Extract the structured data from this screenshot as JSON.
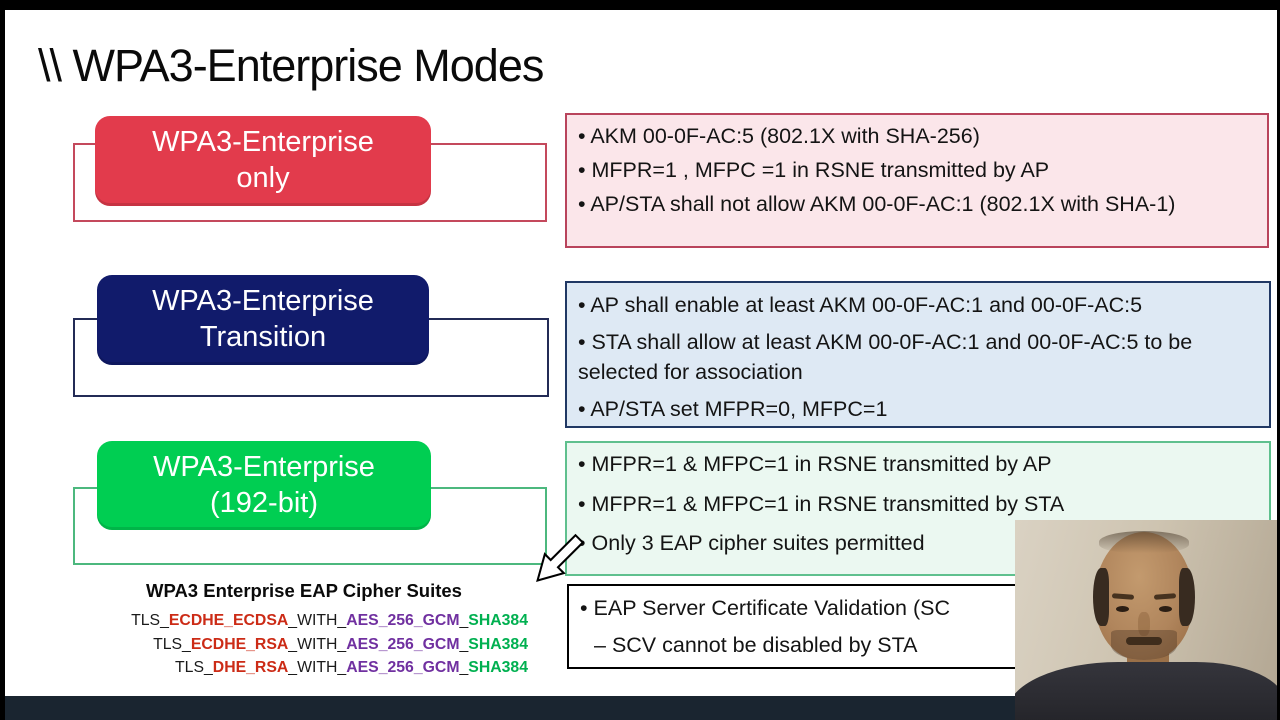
{
  "title": "\\\\ WPA3-Enterprise Modes",
  "modes": [
    {
      "label_line1": "WPA3-Enterprise",
      "label_line2": "only",
      "bullets": [
        "AKM 00-0F-AC:5 (802.1X with SHA-256)",
        "MFPR=1 , MFPC =1 in RSNE transmitted by AP",
        "AP/STA shall not allow AKM 00-0F-AC:1 (802.1X with SHA-1)"
      ]
    },
    {
      "label_line1": "WPA3-Enterprise",
      "label_line2": "Transition",
      "bullets": [
        "AP shall enable at least AKM 00-0F-AC:1 and 00-0F-AC:5",
        "STA shall allow at least AKM 00-0F-AC:1 and 00-0F-AC:5 to be selected for association",
        "AP/STA set MFPR=0, MFPC=1"
      ]
    },
    {
      "label_line1": "WPA3-Enterprise",
      "label_line2": "(192-bit)",
      "bullets": [
        "MFPR=1 & MFPC=1 in RSNE transmitted by AP",
        "MFPR=1 & MFPC=1 in RSNE transmitted by STA",
        "Only 3 EAP cipher suites permitted"
      ]
    }
  ],
  "cipher": {
    "title": "WPA3 Enterprise EAP Cipher Suites",
    "suites": [
      {
        "prefix": "TLS_",
        "kx": "ECDHE_ECDSA",
        "mid": "_WITH_",
        "enc": "AES_256_GCM",
        "sep": "_",
        "hash": "SHA384"
      },
      {
        "prefix": "TLS_",
        "kx": "ECDHE_RSA",
        "mid": "_WITH_",
        "enc": "AES_256_GCM",
        "sep": "_",
        "hash": "SHA384"
      },
      {
        "prefix": "TLS_",
        "kx": "DHE_RSA",
        "mid": "_WITH_",
        "enc": "AES_256_GCM",
        "sep": "_",
        "hash": "SHA384"
      }
    ]
  },
  "scv": {
    "bullet": "EAP Server Certificate Validation (SC",
    "sub_bullet": "SCV cannot be disabled by STA"
  },
  "colors": {
    "bottom_bar": "#1A2530",
    "mode1_fill": "#E23B4C",
    "mode1_outline": "#C4495C",
    "mode1_box_bg": "#FBE6EA",
    "mode1_box_border": "#B9445C",
    "mode2_fill": "#111B6B",
    "mode2_outline": "#232B56",
    "mode2_box_bg": "#DEE9F4",
    "mode2_box_border": "#203864",
    "mode3_fill": "#00CE52",
    "mode3_outline": "#4CB87E",
    "mode3_box_bg": "#EBF8F1",
    "mode3_box_border": "#5FC08E",
    "cipher_kx": "#CC2B16",
    "cipher_enc": "#7030A0",
    "cipher_hash": "#00B050"
  }
}
